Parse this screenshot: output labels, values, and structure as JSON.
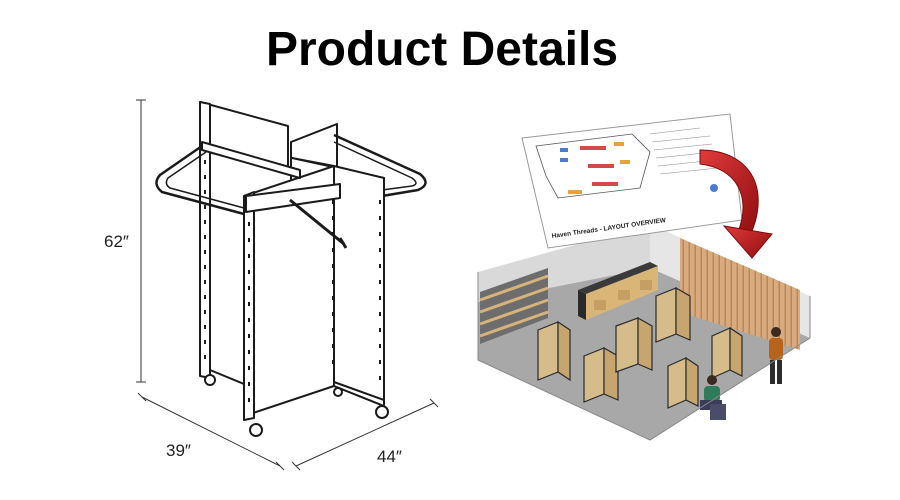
{
  "page": {
    "title": "Product Details"
  },
  "dimensions": {
    "height": "62″",
    "width": "39″",
    "depth": "44″"
  },
  "layout_sheet": {
    "caption": "Haven Threads - LAYOUT OVERVIEW"
  },
  "colors": {
    "arrow": "#c0161c",
    "floor": "#a9a9a9",
    "wall": "#d7d7d7",
    "slatwall": "#d9aa7d",
    "panel": "#ddc08f"
  }
}
